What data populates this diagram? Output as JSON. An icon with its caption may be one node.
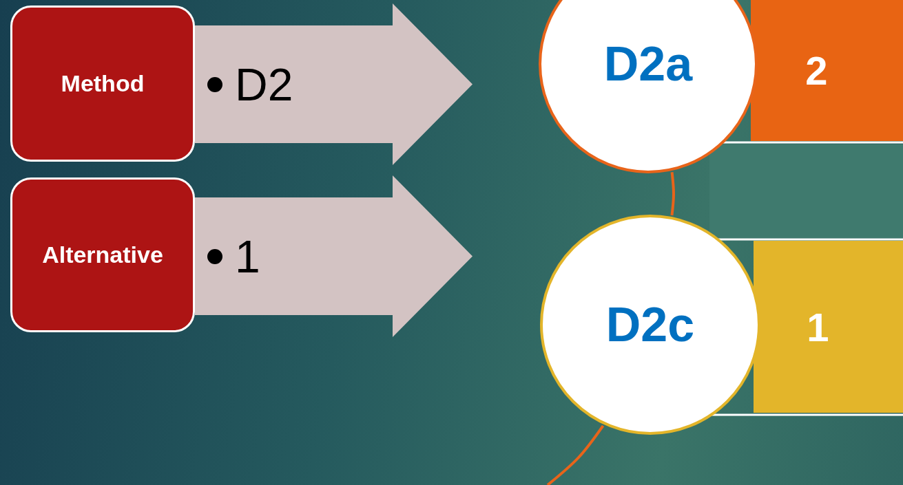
{
  "diagram": {
    "nodes": [
      {
        "text": [
          "Method"
        ]
      },
      {
        "text": [
          "D2"
        ]
      },
      {
        "text": [
          "Alternative"
        ]
      },
      {
        "text": [
          "1"
        ]
      },
      {
        "text": [
          "D2a"
        ]
      },
      {
        "text": [
          "2"
        ]
      },
      {
        "text": [
          "D2c"
        ]
      },
      {
        "text": [
          "1"
        ]
      }
    ],
    "edges": [
      {
        "from": 4,
        "to": 6,
        "arrow": "none"
      },
      {
        "from": 6,
        "to": null,
        "arrow": "none"
      }
    ]
  }
}
